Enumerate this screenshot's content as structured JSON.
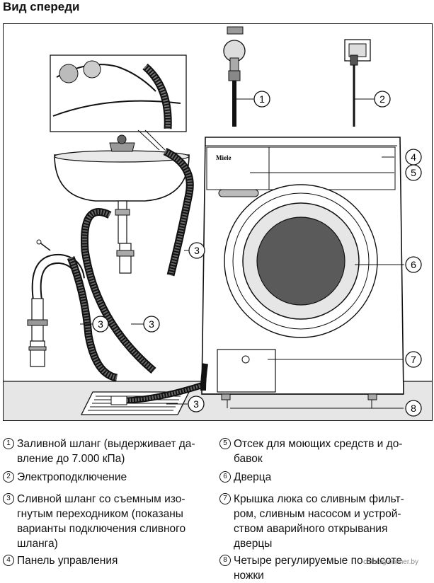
{
  "title": "Вид спереди",
  "brand": "Miele",
  "callouts": [
    "1",
    "2",
    "3",
    "4",
    "5",
    "6",
    "7",
    "8"
  ],
  "legend": {
    "left": [
      {
        "num": "1",
        "text": [
          "Заливной шланг (выдерживает да-",
          "вление до 7.000 кПа)"
        ]
      },
      {
        "num": "2",
        "text": [
          "Электроподключение"
        ]
      },
      {
        "num": "3",
        "text": [
          "Сливной шланг со съемным изо-",
          "гнутым переходником (показаны",
          "варианты подключения сливного",
          "шланга)"
        ]
      },
      {
        "num": "4",
        "text": [
          "Панель управления"
        ]
      }
    ],
    "right": [
      {
        "num": "5",
        "text": [
          "Отсек для моющих средств и до-",
          "бавок"
        ]
      },
      {
        "num": "6",
        "text": [
          "Дверца"
        ]
      },
      {
        "num": "7",
        "text": [
          "Крышка люка со сливным фильт-",
          "ром, сливным насосом и устрой-",
          "ством аварийного открывания",
          "дверцы"
        ]
      },
      {
        "num": "8",
        "text": [
          "Четыре регулируемые по высоте",
          "ножки"
        ]
      }
    ]
  },
  "watermark": "catalog.onliner.by"
}
